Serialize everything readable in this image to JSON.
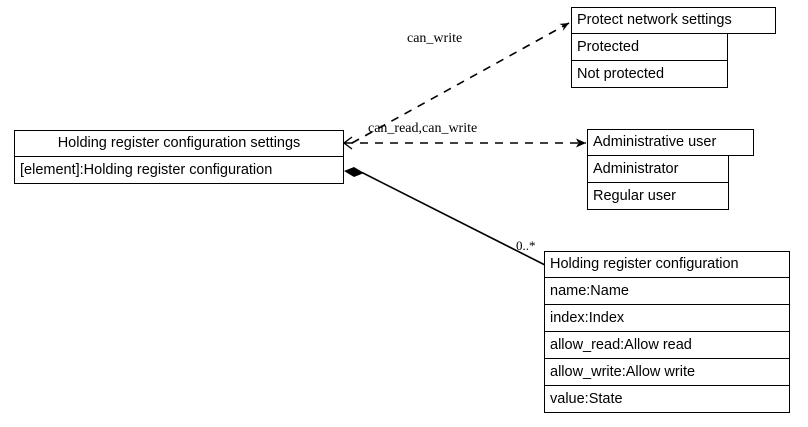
{
  "diagram": {
    "type": "uml-class-diagram",
    "title": "Holding register configuration settings",
    "background_color": "#ffffff",
    "line_color": "#000000",
    "text_color": "#000000"
  },
  "classes": {
    "settings": {
      "name": "Holding register configuration settings",
      "attributes": [
        "[element]:Holding register configuration"
      ]
    },
    "protect_network_settings": {
      "name": "Protect network settings",
      "attributes": [
        "Protected",
        "Not protected"
      ]
    },
    "administrative_user": {
      "name": "Administrative user",
      "attributes": [
        "Administrator",
        "Regular user"
      ]
    },
    "holding_register_configuration": {
      "name": "Holding register configuration",
      "attributes": [
        "name:Name",
        "index:Index",
        "allow_read:Allow read",
        "allow_write:Allow write",
        "value:State"
      ]
    }
  },
  "edges": [
    {
      "id": "edge-can-write",
      "label": "can_write",
      "style": "dashed",
      "from": "settings",
      "to": "protect_network_settings",
      "arrow": "open"
    },
    {
      "id": "edge-can-read-can-write",
      "label": "can_read,can_write",
      "style": "dashed",
      "from": "settings",
      "to": "administrative_user",
      "arrow": "open"
    },
    {
      "id": "edge-composition",
      "label": "",
      "multiplicity": "0..*",
      "style": "solid",
      "from": "settings",
      "to": "holding_register_configuration",
      "arrow": "filled-diamond"
    }
  ]
}
